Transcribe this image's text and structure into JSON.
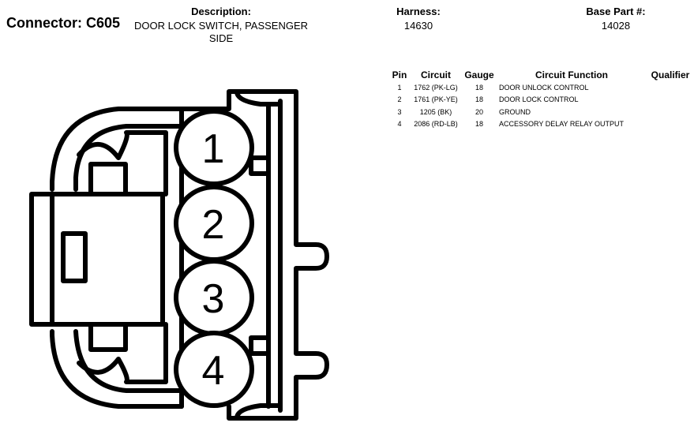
{
  "connector": {
    "label": "Connector: C605"
  },
  "description": {
    "heading": "Description:",
    "line1": "DOOR LOCK SWITCH, PASSENGER",
    "line2": "SIDE"
  },
  "harness": {
    "heading": "Harness:",
    "value": "14630"
  },
  "base_part": {
    "heading": "Base Part #:",
    "value": "14028"
  },
  "table": {
    "headers": {
      "pin": "Pin",
      "circuit": "Circuit",
      "gauge": "Gauge",
      "function": "Circuit Function",
      "qualifier": "Qualifier"
    },
    "rows": [
      {
        "pin": "1",
        "circuit": "1762 (PK-LG)",
        "gauge": "18",
        "function": "DOOR UNLOCK CONTROL",
        "qualifier": ""
      },
      {
        "pin": "2",
        "circuit": "1761 (PK-YE)",
        "gauge": "18",
        "function": "DOOR LOCK CONTROL",
        "qualifier": ""
      },
      {
        "pin": "3",
        "circuit": "1205 (BK)",
        "gauge": "20",
        "function": "GROUND",
        "qualifier": ""
      },
      {
        "pin": "4",
        "circuit": "2086 (RD-LB)",
        "gauge": "18",
        "function": "ACCESSORY DELAY RELAY OUTPUT",
        "qualifier": ""
      }
    ]
  },
  "diagram": {
    "pins": [
      "1",
      "2",
      "3",
      "4"
    ],
    "stroke_color": "#000000"
  }
}
